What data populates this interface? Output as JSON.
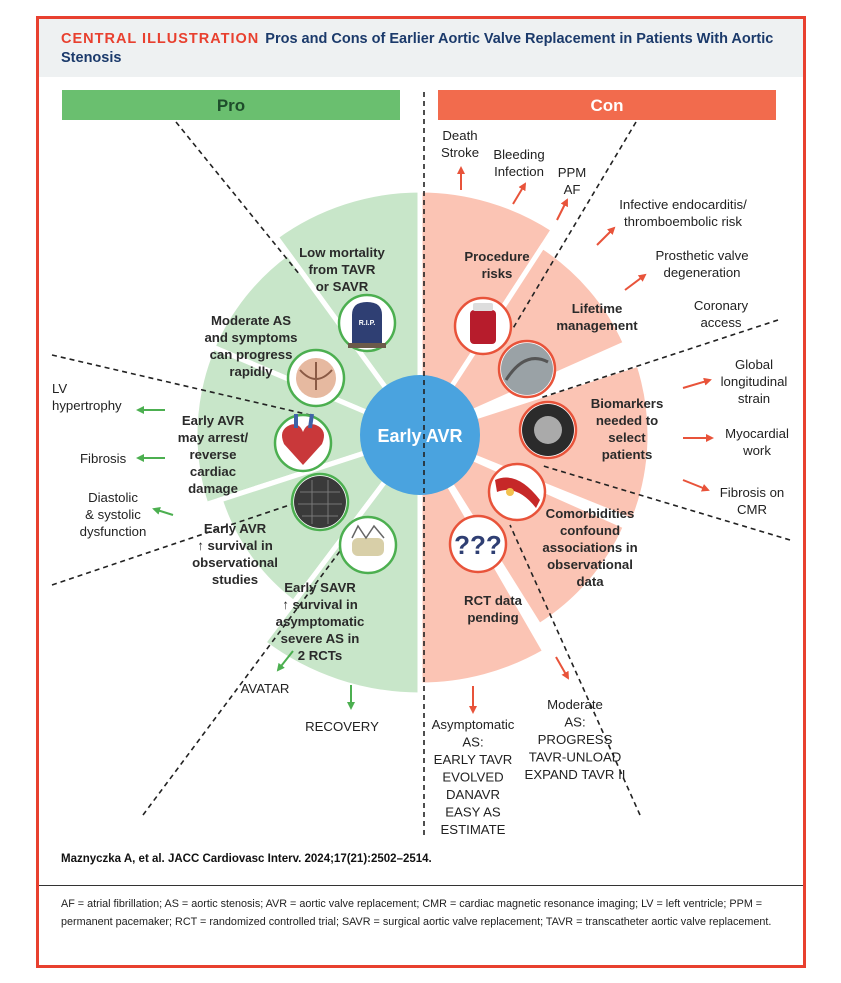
{
  "header": {
    "kicker": "CENTRAL ILLUSTRATION",
    "title": "Pros and Cons of Earlier Aortic Valve Replacement in Patients With Aortic Stenosis"
  },
  "pro": {
    "label": "Pro",
    "segments": [
      [
        "Low mortality",
        "from TAVR",
        "or SAVR"
      ],
      [
        "Moderate AS",
        "and symptoms",
        "can progress",
        "rapidly"
      ],
      [
        "Early AVR",
        "may arrest/",
        "reverse",
        "cardiac",
        "damage"
      ],
      [
        "Early AVR",
        "↑ survival in",
        "observational",
        "studies"
      ],
      [
        "Early SAVR",
        "↑ survival in",
        "asymptomatic",
        "severe AS in",
        "2 RCTs"
      ]
    ],
    "outer": {
      "lv_hypertrophy": [
        "LV",
        "hypertrophy"
      ],
      "fibrosis": [
        "Fibrosis"
      ],
      "dysfunction": [
        "Diastolic",
        "& systolic",
        "dysfunction"
      ],
      "avatar": [
        "AVATAR"
      ],
      "recovery": [
        "RECOVERY"
      ]
    },
    "icons": {
      "tombstone_text": "R.I.P."
    }
  },
  "con": {
    "label": "Con",
    "segments": [
      [
        "Procedure",
        "risks"
      ],
      [
        "Lifetime",
        "management"
      ],
      [
        "Biomarkers",
        "needed to",
        "select",
        "patients"
      ],
      [
        "Comorbidities",
        "confound",
        "associations in",
        "observational",
        "data"
      ],
      [
        "RCT data",
        "pending"
      ]
    ],
    "outer": {
      "death_stroke": [
        "Death",
        "Stroke"
      ],
      "bleeding_infection": [
        "Bleeding",
        "Infection"
      ],
      "ppm_af": [
        "PPM",
        "AF"
      ],
      "endocarditis": [
        "Infective endocarditis/",
        "thromboembolic risk"
      ],
      "degeneration": [
        "Prosthetic valve",
        "degeneration"
      ],
      "coronary": [
        "Coronary",
        "access"
      ],
      "gls": [
        "Global",
        "longitudinal",
        "strain"
      ],
      "myocardial_work": [
        "Myocardial",
        "work"
      ],
      "fibrosis_cmr": [
        "Fibrosis on",
        "CMR"
      ],
      "asymptomatic_trials": [
        "Asymptomatic",
        "AS:",
        "EARLY TAVR",
        "EVOLVED",
        "DANAVR",
        "EASY AS",
        "ESTIMATE"
      ],
      "moderate_trials": [
        "Moderate",
        "AS:",
        "PROGRESS",
        "TAVR-UNLOAD",
        "EXPAND TAVR II"
      ]
    },
    "icons": {
      "question_text": "???"
    }
  },
  "center": {
    "label": "Early AVR"
  },
  "citation": "Maznyczka A, et al. JACC Cardiovasc Interv. 2024;17(21):2502–2514.",
  "footnote": "AF = atrial fibrillation; AS = aortic stenosis; AVR = aortic valve replacement; CMR = cardiac magnetic resonance imaging; LV = left ventricle; PPM = permanent pacemaker; RCT = randomized controlled trial; SAVR = surgical aortic valve replacement; TAVR = transcatheter aortic valve replacement.",
  "colors": {
    "pro_banner": "#6abf6f",
    "pro_segment": "#c8e6c9",
    "pro_arrow": "#4caf50",
    "con_banner": "#f26b4d",
    "con_segment": "#fbc4b4",
    "con_arrow": "#e8533a",
    "center": "#4aa3df",
    "frame": "#e8402f",
    "title": "#1b3a6b"
  }
}
